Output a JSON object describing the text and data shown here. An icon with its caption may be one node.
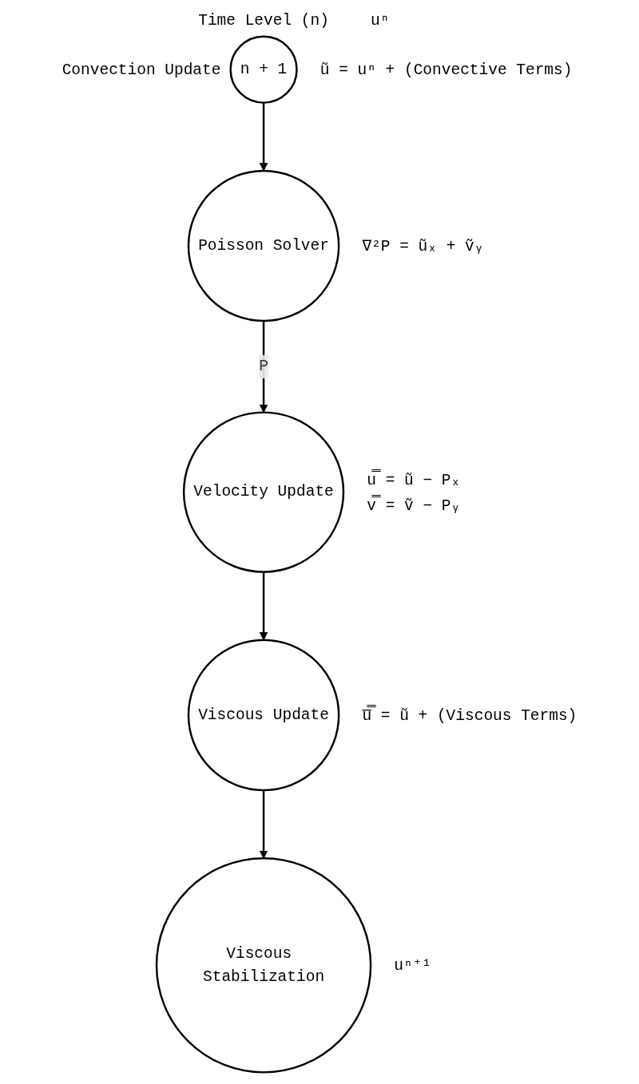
{
  "diagram": {
    "nodes": [
      {
        "text": [
          "n + 1"
        ],
        "beside": [
          "Time Level (n)",
          "uⁿ",
          "Convection Update",
          "ũ = uⁿ + (Convective Terms)"
        ]
      },
      {
        "text": [
          "Poisson Solver"
        ],
        "beside": [
          "∇²P = ũₓ + ṽᵧ"
        ]
      },
      {
        "text": [
          "Velocity Update"
        ],
        "beside": [
          "u̿ = ũ − Pₓ",
          "v̿ = ṽ − Pᵧ"
        ]
      },
      {
        "text": [
          "Viscous Update"
        ],
        "beside": [
          "u̿̅ = ũ + (Viscous Terms)"
        ]
      },
      {
        "text": [
          "Viscous Stabilization"
        ],
        "beside": [
          "uⁿ⁺¹"
        ]
      }
    ],
    "edges": [
      {
        "from": 0,
        "to": 1,
        "arrow": "to"
      },
      {
        "from": 1,
        "to": 2,
        "arrow": "to",
        "label": "P"
      },
      {
        "from": 2,
        "to": 3,
        "arrow": "to"
      },
      {
        "from": 3,
        "to": 4,
        "arrow": "to"
      }
    ]
  }
}
